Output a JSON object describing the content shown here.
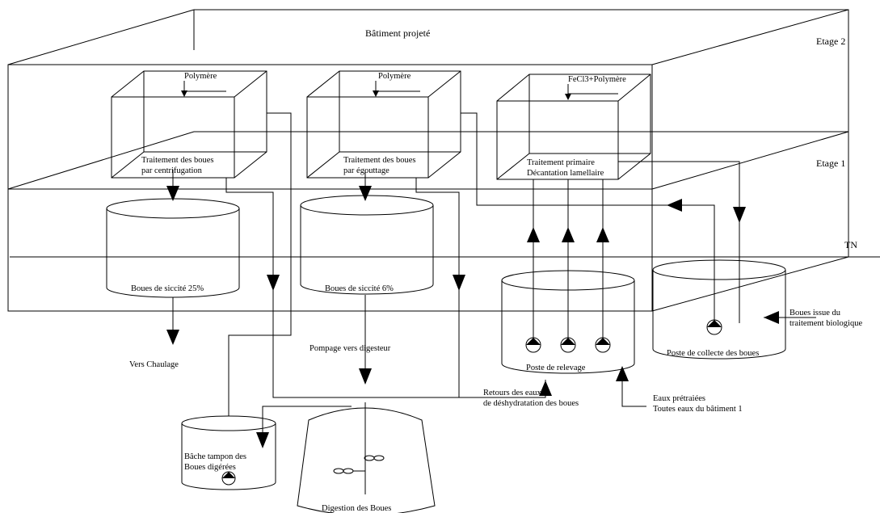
{
  "building": {
    "title": "Bâtiment projeté",
    "floor2": "Etage 2",
    "floor1": "Etage 1",
    "ground": "TN"
  },
  "units": {
    "centrifuge": {
      "reagent": "Polymère",
      "line1": "Traitement des boues",
      "line2": "par centrifugation"
    },
    "draining": {
      "reagent": "Polymère",
      "line1": "Traitement des boues",
      "line2": "par égouttage"
    },
    "primary": {
      "reagent": "FeCl3+Polymère",
      "line1": "Traitement primaire",
      "line2": "Décantation lamellaire"
    }
  },
  "tanks": {
    "sludge25": "Boues de siccité 25%",
    "sludge6": "Boues de siccité 6%",
    "lift": "Poste de relevage",
    "collect": "Poste de collecte des boues",
    "buffer_line1": "Bâche tampon des",
    "buffer_line2": "Boues digérées",
    "digester": "Digestion des Boues"
  },
  "flows": {
    "liming": "Vers Chaulage",
    "pump_digester": "Pompage vers digesteur",
    "return_line1": "Retours des eaux",
    "return_line2": "de déshydratation des boues",
    "pretreated_line1": "Eaux prétraiées",
    "pretreated_line2": "Toutes eaux du bâtiment 1",
    "bio_line1": "Boues issue du",
    "bio_line2": "traitement biologique"
  }
}
